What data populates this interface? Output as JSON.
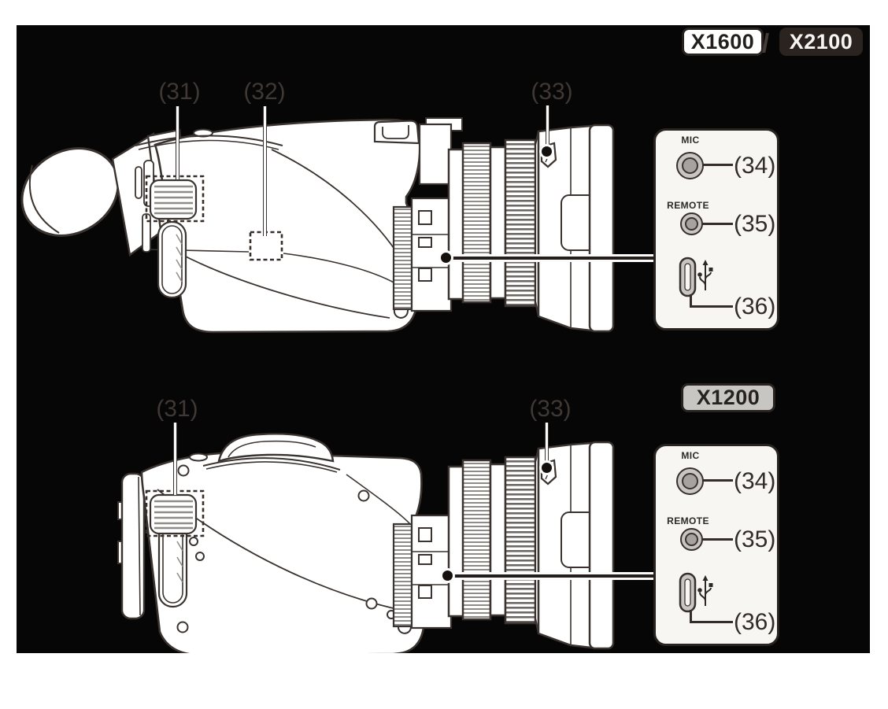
{
  "badges": {
    "x1600": "X1600",
    "separator": "/",
    "x2100": "X2100",
    "x1200": "X1200"
  },
  "camera_callouts": {
    "c31": "(31)",
    "c32": "(32)",
    "c33": "(33)"
  },
  "panel": {
    "mic": "MIC",
    "remote": "REMOTE",
    "c34": "(34)",
    "c35": "(35)",
    "c36": "(36)"
  },
  "icons": {
    "usb": "usb-trident-icon",
    "mic_jack": "mic-jack-icon",
    "remote_jack": "remote-jack-icon"
  },
  "colors": {
    "canvas_bg": "#070606",
    "line_art": "#3a332f",
    "panel_bg": "#f7f6f3",
    "panel_border": "#292320",
    "jack_gray": "#c8c5c2",
    "jack_inner_gray": "#a6a29f",
    "label_on_black": "#3f3834",
    "label_on_white": "#322b28",
    "badge_dark_bg": "#2b2320",
    "badge_gray_bg": "#c8c6c3",
    "leader_white": "#fbfbfb"
  }
}
